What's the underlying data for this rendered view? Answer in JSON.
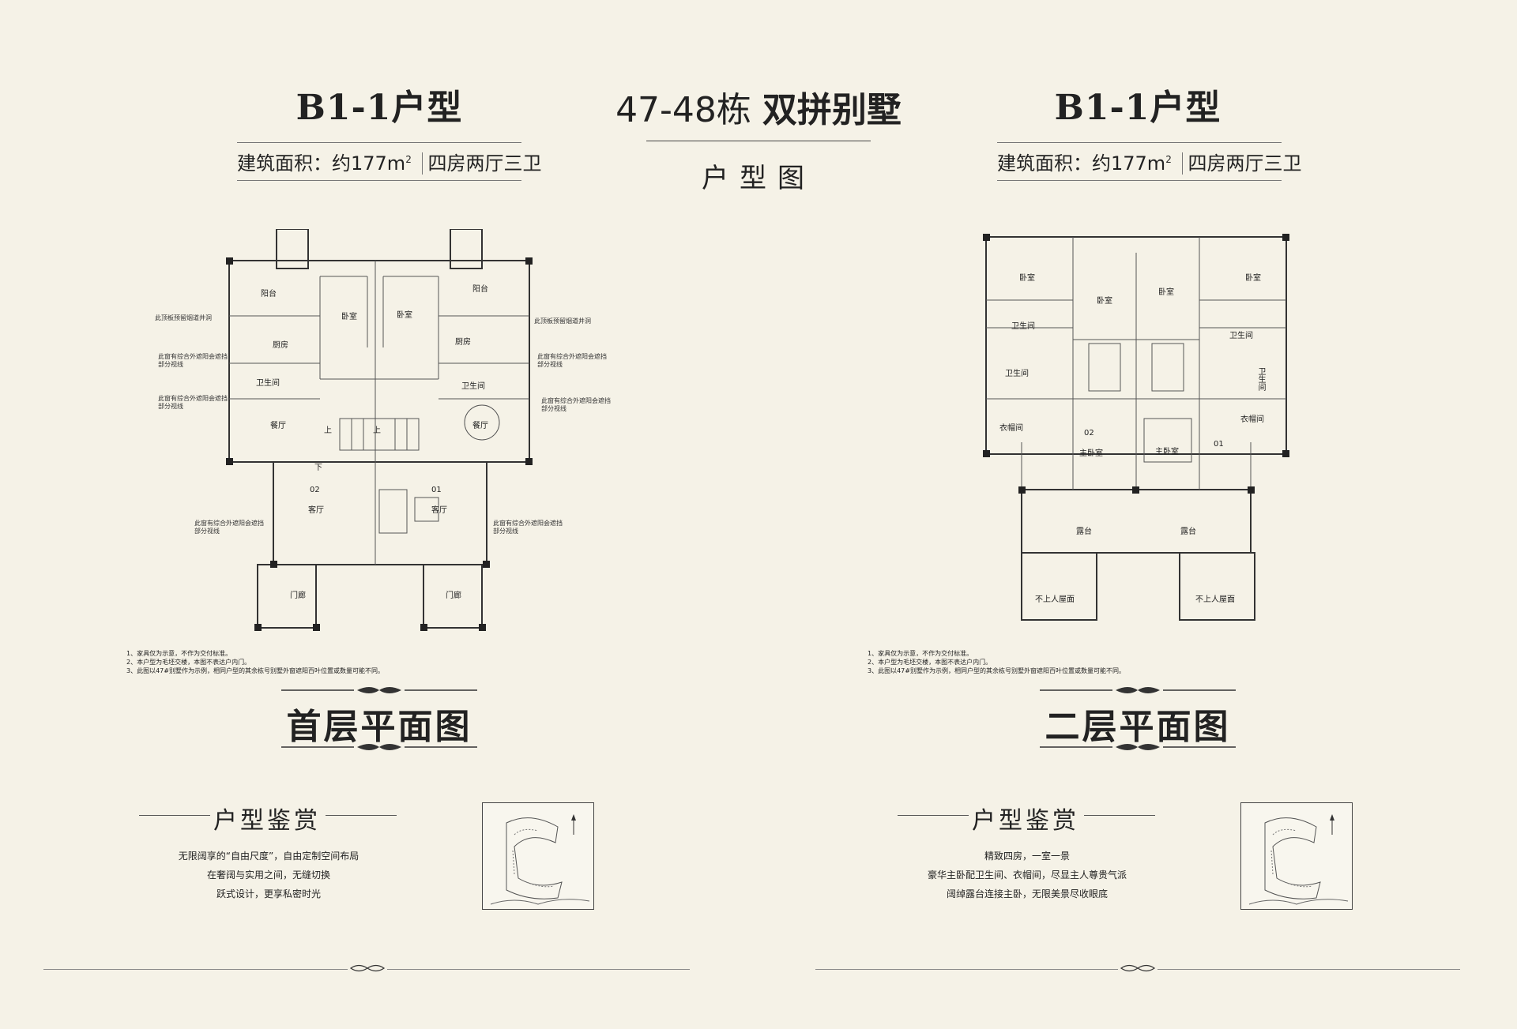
{
  "left": {
    "unit_title": "B1-1户型",
    "area_label": "建筑面积：约177m",
    "area_sup": "2",
    "rooms_label": "四房两厅三卫",
    "floor_title": "首层平面图",
    "appreciation_title": "户型鉴赏",
    "description": [
      "无限阔享的“自由尺度”，自由定制空间布局",
      "在奢阔与实用之间，无缝切换",
      "跃式设计，更享私密时光"
    ],
    "notes": [
      "1、家具仅为示意，不作为交付标准。",
      "2、本户型为毛坯交楼，本图不表达户内门。",
      "3、此图以47#别墅作为示例，相同户型的其余栋号别墅外窗遮阳百叶位置或数量可能不同。"
    ],
    "rooms": {
      "balcony_l": "阳台",
      "balcony_r": "阳台",
      "bedroom_l": "卧室",
      "bedroom_r": "卧室",
      "kitchen_l": "厨房",
      "kitchen_r": "厨房",
      "bath_l": "卫生间",
      "bath_r": "卫生间",
      "dining_l": "餐厅",
      "dining_r": "餐厅",
      "living_l": "客厅",
      "living_r": "客厅",
      "porch_l": "门廊",
      "porch_r": "门廊",
      "unit_l": "02",
      "unit_r": "01",
      "up_l": "上",
      "up_r": "上",
      "down": "下"
    },
    "annotations": {
      "shaft_l": "此顶板预留烟道井洞",
      "shaft_r": "此顶板预留烟道井洞",
      "shade1": "此窗有综合外遮阳会遮挡部分视线",
      "shade2": "此窗有综合外遮阳会遮挡部分视线",
      "shade3": "此窗有综合外遮阳会遮挡部分视线",
      "shade4": "此窗有综合外遮阳会遮挡部分视线",
      "shade5": "此窗有综合外遮阳会遮挡部分视线",
      "shade6": "此窗有综合外遮阳会遮挡部分视线"
    }
  },
  "center": {
    "title_num": "47-48栋",
    "title_text": "双拼别墅",
    "subtitle": "户型图"
  },
  "right": {
    "unit_title": "B1-1户型",
    "area_label": "建筑面积：约177m",
    "area_sup": "2",
    "rooms_label": "四房两厅三卫",
    "floor_title": "二层平面图",
    "appreciation_title": "户型鉴赏",
    "description": [
      "精致四房，一室一景",
      "豪华主卧配卫生间、衣帽间，尽显主人尊贵气派",
      "阔绰露台连接主卧，无限美景尽收眼底"
    ],
    "notes": [
      "1、家具仅为示意，不作为交付标准。",
      "2、本户型为毛坯交楼，本图不表达户内门。",
      "3、此图以47#别墅作为示例，相同户型的其余栋号别墅外窗遮阳百叶位置或数量可能不同。"
    ],
    "rooms": {
      "bed1": "卧室",
      "bed2": "卧室",
      "bed3": "卧室",
      "bed4": "卧室",
      "bath1": "卫生间",
      "bath2": "卫生间",
      "bath3": "卫生间",
      "bath4": "卫生间",
      "closet_l": "衣帽间",
      "closet_r": "衣帽间",
      "master_l": "主卧室",
      "master_r": "主卧室",
      "unit_l": "02",
      "unit_r": "01",
      "terrace_l": "露台",
      "terrace_r": "露台",
      "roof_l": "不上人屋面",
      "roof_r": "不上人屋面"
    }
  },
  "icons": [
    "ornament-divider-icon",
    "site-map-icon",
    "compass-icon"
  ]
}
